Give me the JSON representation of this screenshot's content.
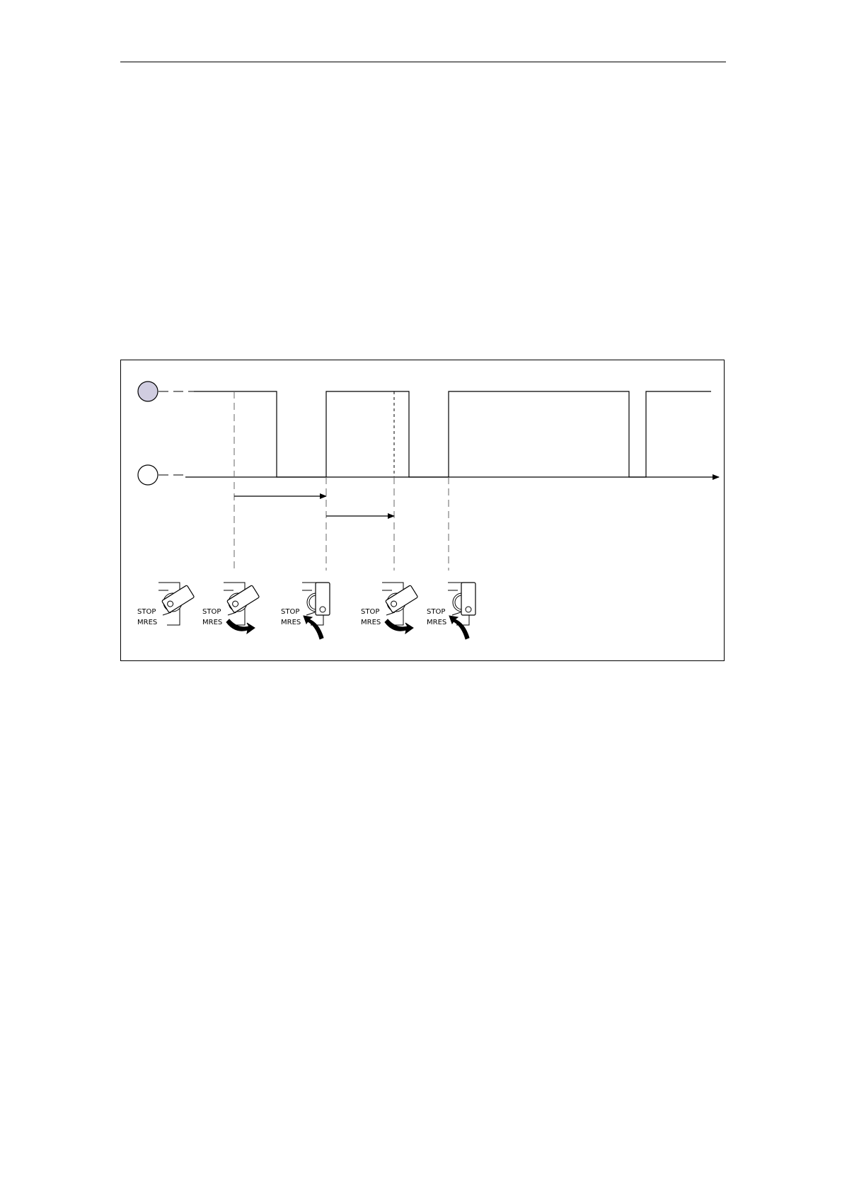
{
  "figure": {
    "indicator_colors": {
      "led_on": "#d0cde0",
      "led_off": "#ffffff",
      "line": "#000000"
    },
    "icons": [
      "led-on-icon",
      "led-off-icon",
      "key-switch-icon",
      "turn-arrow-icon",
      "time-axis-arrow-icon"
    ],
    "switch_labels": {
      "stop": "STOP",
      "mres": "MRES"
    },
    "switch_sequence": [
      {
        "position": "STOP",
        "arrow": "none"
      },
      {
        "position": "STOP",
        "arrow": "turn-to-MRES"
      },
      {
        "position": "MRES",
        "arrow": "release-to-STOP"
      },
      {
        "position": "STOP",
        "arrow": "turn-to-MRES"
      },
      {
        "position": "MRES",
        "arrow": "release-to-STOP"
      }
    ]
  }
}
